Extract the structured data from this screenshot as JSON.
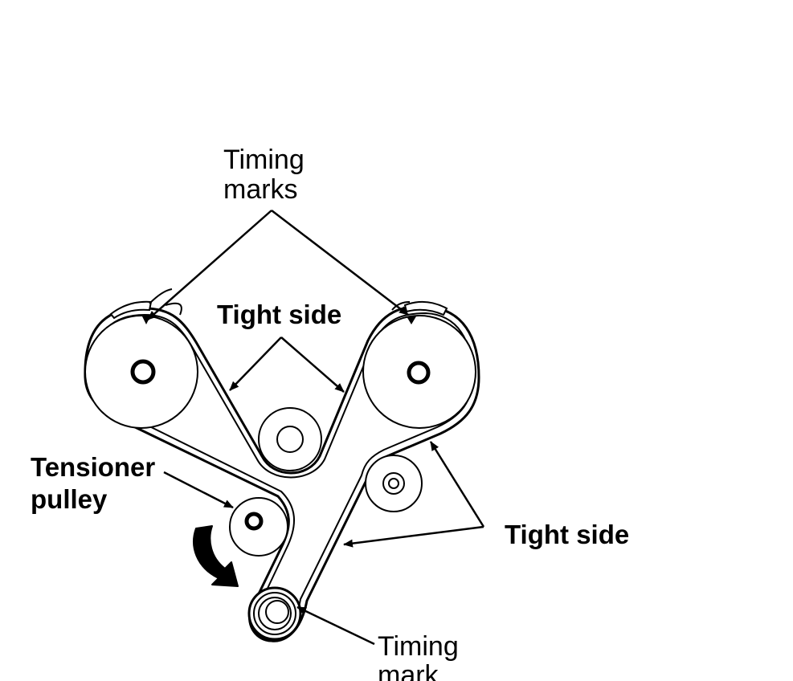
{
  "labels": {
    "timing_marks_line1": "Timing",
    "timing_marks_line2": "marks",
    "tight_side_top": "Tight side",
    "tensioner_line1": "Tensioner",
    "tensioner_line2": "pulley",
    "tight_side_right": "Tight side",
    "timing_mark_line1": "Timing",
    "timing_mark_line2": "mark"
  }
}
